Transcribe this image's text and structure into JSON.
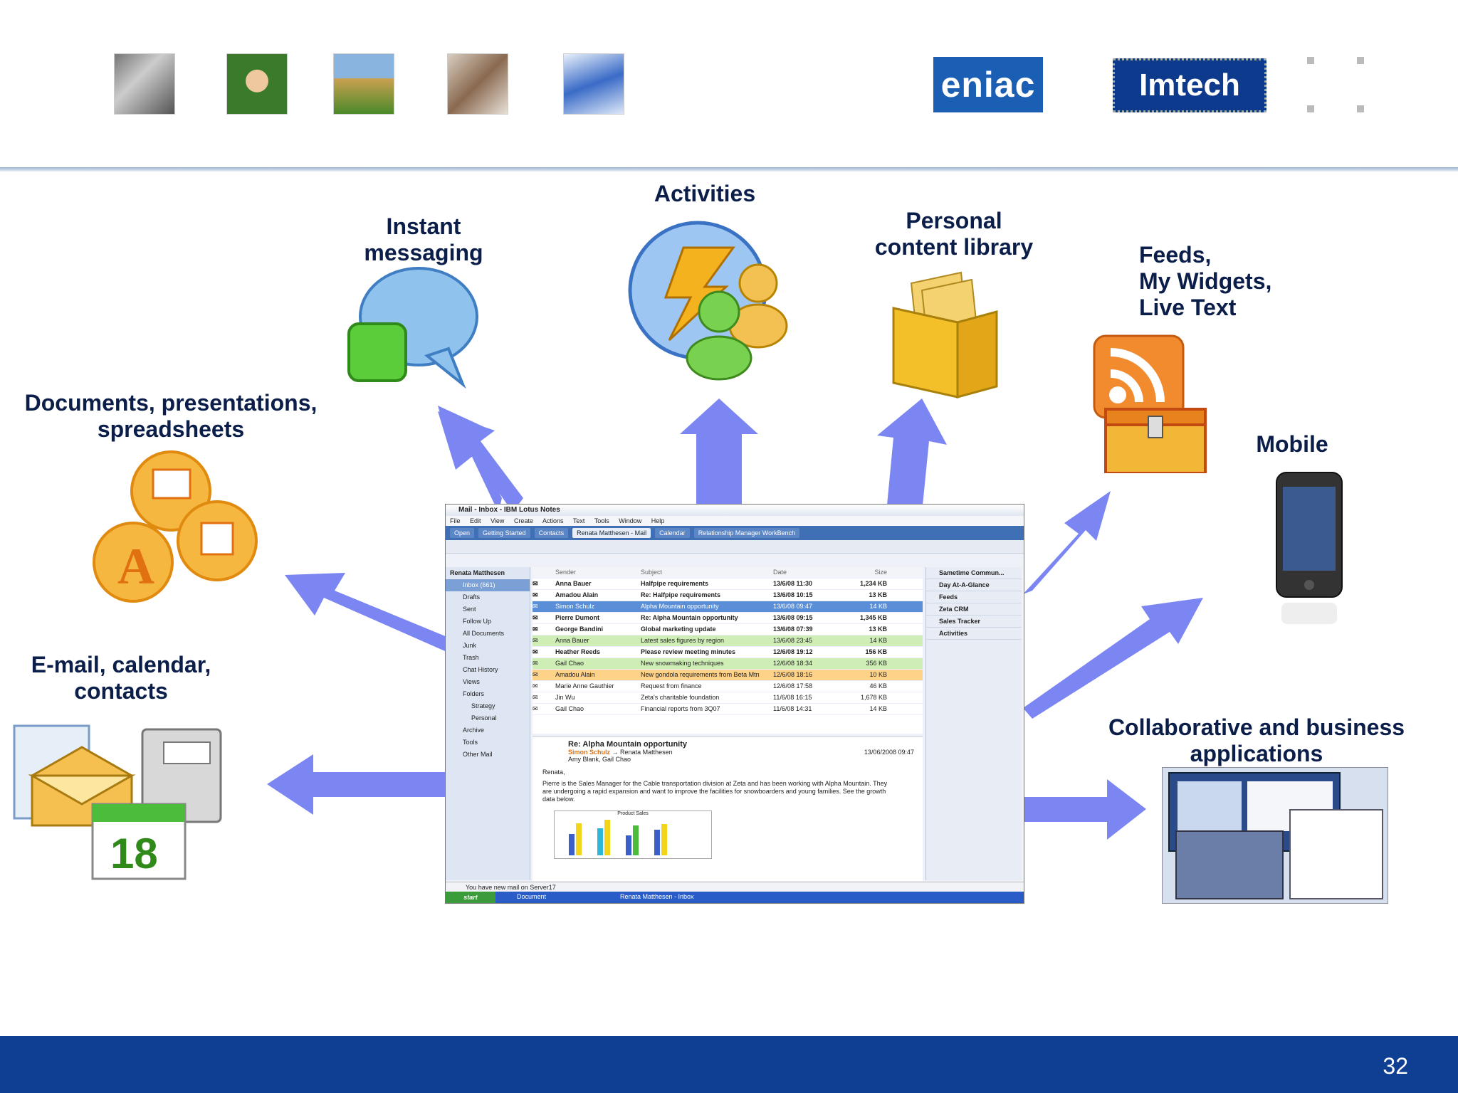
{
  "header": {
    "thumbnails": [
      "keyboard-photo",
      "people-group-photo",
      "outdoor-people-photo",
      "laptop-user-photo",
      "screen-cursor-photo"
    ],
    "logos": {
      "eniac": "eniac",
      "imtech": "Imtech"
    }
  },
  "labels": {
    "instant_messaging": "Instant\nmessaging",
    "activities": "Activities",
    "personal_content_library": "Personal\ncontent library",
    "feeds": "Feeds,\nMy Widgets,\nLive Text",
    "documents": "Documents, presentations,\nspreadsheets",
    "mobile": "Mobile",
    "email_calendar": "E-mail, calendar,\ncontacts",
    "collaborative": "Collaborative and business\napplications"
  },
  "window": {
    "title": "Mail - Inbox - IBM Lotus Notes",
    "menu": [
      "File",
      "Edit",
      "View",
      "Create",
      "Actions",
      "Text",
      "Tools",
      "Window",
      "Help"
    ],
    "tabs": [
      "Open",
      "Getting Started",
      "Contacts",
      "Renata Matthesen - Mail",
      "Calendar",
      "Relationship Manager WorkBench"
    ],
    "nav_header": "Renata Matthesen",
    "nav_items": [
      "Inbox (661)",
      "Drafts",
      "Sent",
      "Follow Up",
      "All Documents",
      "Junk",
      "Trash",
      "Chat History",
      "Views",
      "Folders",
      "Strategy",
      "Personal",
      "Archive",
      "Tools",
      "Other Mail"
    ],
    "list_headers": [
      "Sender",
      "Subject",
      "Date",
      "Size"
    ],
    "emails": [
      {
        "sender": "Anna Bauer",
        "subject": "Halfpipe requirements",
        "date": "13/6/08 11:30",
        "size": "1,234 KB",
        "style": "b"
      },
      {
        "sender": "Amadou Alain",
        "subject": "Re: Halfpipe requirements",
        "date": "13/6/08 10:15",
        "size": "13 KB",
        "style": "b"
      },
      {
        "sender": "Simon Schulz",
        "subject": "Alpha Mountain opportunity",
        "date": "13/6/08 09:47",
        "size": "14 KB",
        "style": "sel"
      },
      {
        "sender": "Pierre Dumont",
        "subject": "Re: Alpha Mountain opportunity",
        "date": "13/6/08 09:15",
        "size": "1,345 KB",
        "style": "b"
      },
      {
        "sender": "George Bandini",
        "subject": "Global marketing update",
        "date": "13/6/08 07:39",
        "size": "13 KB",
        "style": "b"
      },
      {
        "sender": "Anna Bauer",
        "subject": "Latest sales figures by region",
        "date": "13/6/08 23:45",
        "size": "14 KB",
        "style": "green"
      },
      {
        "sender": "Heather Reeds",
        "subject": "Please review meeting minutes",
        "date": "12/6/08 19:12",
        "size": "156 KB",
        "style": "b"
      },
      {
        "sender": "Gail Chao",
        "subject": "New snowmaking techniques",
        "date": "12/6/08 18:34",
        "size": "356 KB",
        "style": "green"
      },
      {
        "sender": "Amadou Alain",
        "subject": "New gondola requirements from Beta Mtn",
        "date": "12/6/08 18:16",
        "size": "10 KB",
        "style": "orange"
      },
      {
        "sender": "Marie Anne Gauthier",
        "subject": "Request from finance",
        "date": "12/6/08 17:58",
        "size": "46 KB",
        "style": ""
      },
      {
        "sender": "Jin Wu",
        "subject": "Zeta's charitable foundation",
        "date": "11/6/08 16:15",
        "size": "1,678 KB",
        "style": ""
      },
      {
        "sender": "Gail Chao",
        "subject": "Financial reports from 3Q07",
        "date": "11/6/08 14:31",
        "size": "14 KB",
        "style": ""
      }
    ],
    "preview": {
      "subject": "Re: Alpha Mountain opportunity",
      "from": "Simon Schulz",
      "to": "Renata Matthesen",
      "cc": "Amy Blank, Gail Chao",
      "date": "13/06/2008 09:47",
      "greeting": "Renata,",
      "body": "Pierre is the Sales Manager for the Cable transportation division at Zeta and has been working with Alpha Mountain. They are undergoing a rapid expansion and want to improve the facilities for snowboarders and young families. See the growth data below.",
      "chart_title": "Product Sales"
    },
    "side_items": [
      "Sametime Commun...",
      "Day At-A-Glance",
      "Feeds",
      "Zeta CRM",
      "Sales Tracker",
      "Activities"
    ],
    "status": "You have new mail on Server17",
    "taskbar": {
      "start": "start",
      "items": [
        "Document",
        "Renata Matthesen - Inbox"
      ]
    }
  },
  "footer": {
    "page_number": "32"
  }
}
